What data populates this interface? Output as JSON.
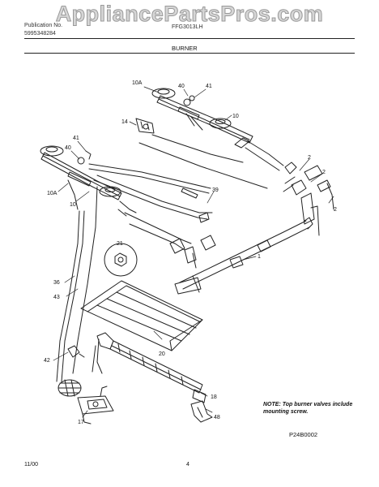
{
  "watermark": "AppliancePartsPros.com",
  "header": {
    "publication_label": "Publication No.",
    "publication_number": "5995348284",
    "model": "FFG3013LH",
    "section_title": "BURNER"
  },
  "callouts": {
    "c10a_top": "10A",
    "c40_top": "40",
    "c41_top": "41",
    "c10_top": "10",
    "c14": "14",
    "c41_left": "41",
    "c40_left": "40",
    "c39": "39",
    "c10a_left": "10A",
    "c10_left": "10",
    "c2_a": "2",
    "c2_b": "2",
    "c2_c": "2",
    "c21": "21",
    "c1": "1",
    "c36": "36",
    "c43": "43",
    "c20": "20",
    "c42": "42",
    "c18": "18",
    "c48": "48",
    "c17": "17"
  },
  "note": "NOTE: Top burner valves include mounting screw.",
  "figure_code": "P24B0002",
  "footer": {
    "date": "11/00",
    "page": "4"
  }
}
